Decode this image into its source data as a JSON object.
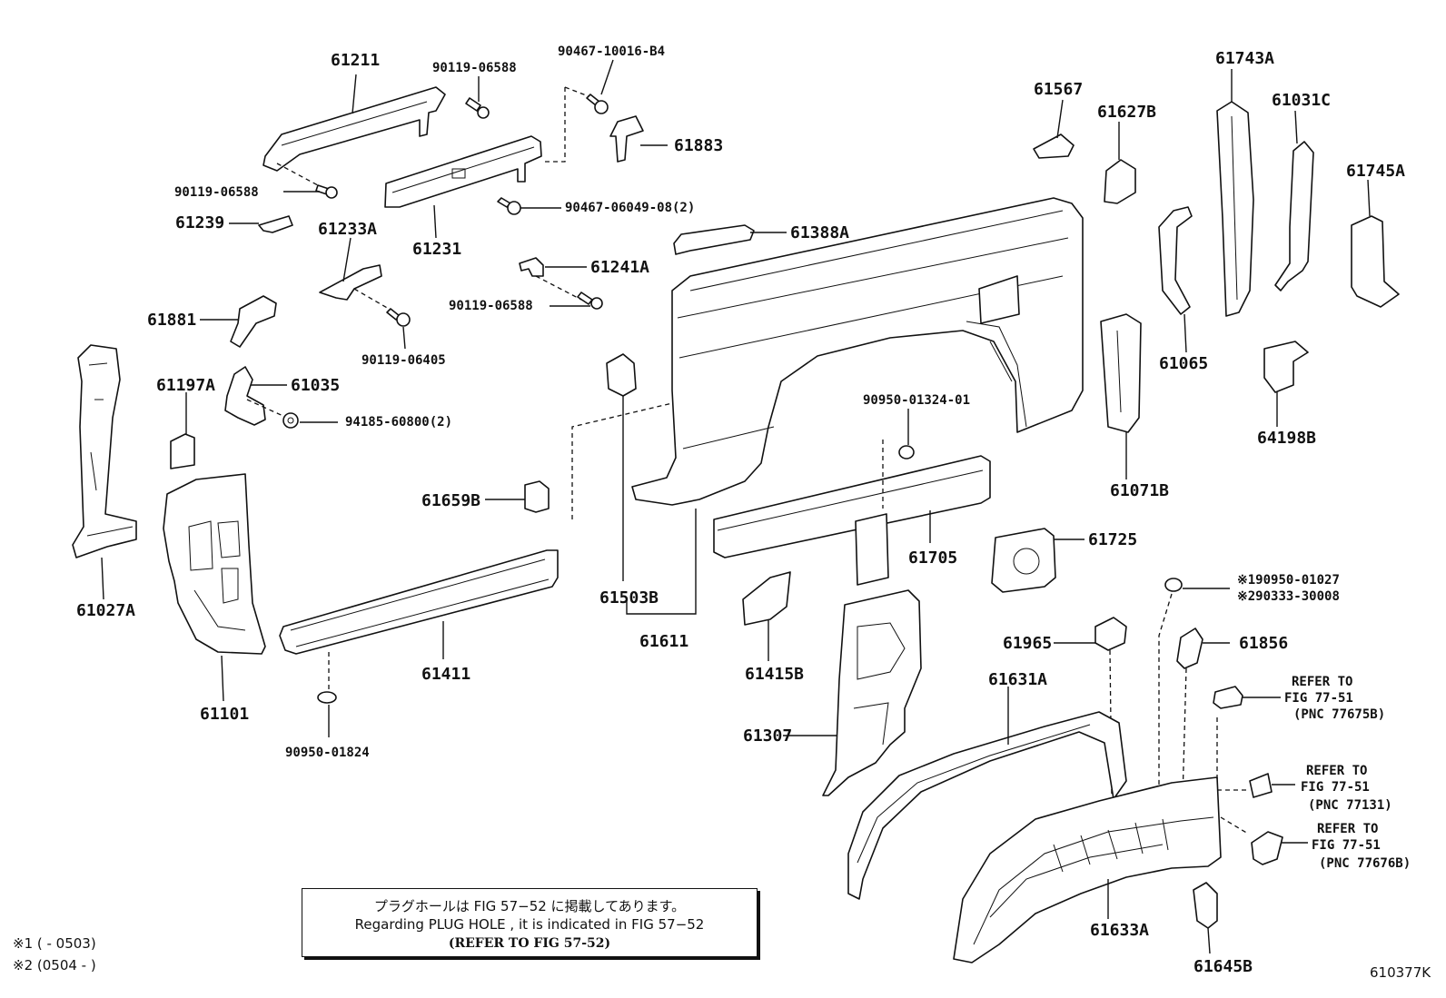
{
  "diagram": {
    "labels": {
      "l_61211": "61211",
      "l_90119_06588_a": "90119-06588",
      "l_90467_10016_b4": "90467-10016-B4",
      "l_61883": "61883",
      "l_90119_06588_b": "90119-06588",
      "l_90467_06049": "90467-06049-08(2)",
      "l_61239": "61239",
      "l_61233a": "61233A",
      "l_61231": "61231",
      "l_61241a": "61241A",
      "l_61388a": "61388A",
      "l_90119_06588_c": "90119-06588",
      "l_61881": "61881",
      "l_90119_06405": "90119-06405",
      "l_61197a": "61197A",
      "l_61035": "61035",
      "l_94185_60800": "94185-60800(2)",
      "l_61567": "61567",
      "l_61627b": "61627B",
      "l_61743a": "61743A",
      "l_61031c": "61031C",
      "l_61745a": "61745A",
      "l_61065": "61065",
      "l_64198b": "64198B",
      "l_61071b": "61071B",
      "l_90950_01324": "90950-01324-01",
      "l_61659b": "61659B",
      "l_61027a": "61027A",
      "l_61705": "61705",
      "l_61725": "61725",
      "l_61503b": "61503B",
      "l_61611": "61611",
      "l_61411": "61411",
      "l_61101": "61101",
      "l_61415b": "61415B",
      "l_61307": "61307",
      "l_90950_01824": "90950-01824",
      "l_90950_01027": "※190950-01027",
      "l_90333_30008": "※290333-30008",
      "l_61965": "61965",
      "l_61856": "61856",
      "l_61631a": "61631A",
      "l_refer1": "REFER TO",
      "l_fig1": "FIG 77-51",
      "l_pnc1": "(PNC 77675B)",
      "l_refer2": "REFER TO",
      "l_fig2": "FIG 77-51",
      "l_pnc2": "(PNC 77131)",
      "l_refer3": "REFER TO",
      "l_fig3": "FIG 77-51",
      "l_pnc3": "(PNC 77676B)",
      "l_61633a": "61633A",
      "l_61645b": "61645B"
    },
    "note": {
      "line1": "プラグホールは FIG 57−52 に掲載してあります。",
      "line2": "Regarding  PLUG  HOLE , it is indicated in FIG  57−52",
      "line3": "(REFER TO FIG 57-52)"
    },
    "footnotes": {
      "f1": "※1 (        - 0503)",
      "f2": "※2 (0504 -          )"
    },
    "figure_id": "610377K"
  }
}
